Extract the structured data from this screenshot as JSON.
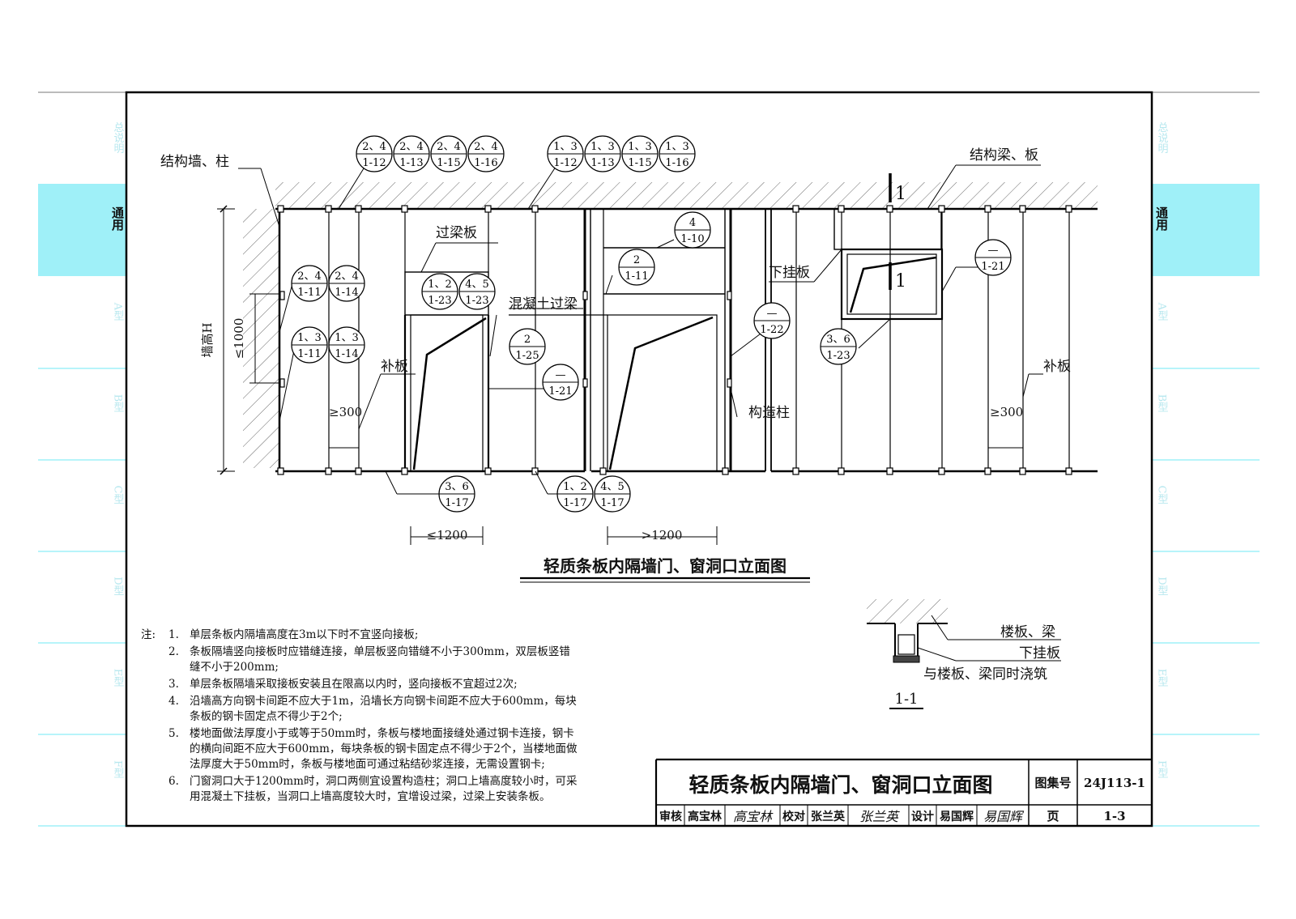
{
  "sidebar": {
    "left_top": "总说明",
    "left_general": "通用",
    "right_general": "通用",
    "types": [
      "A型",
      "B型",
      "C型",
      "D型",
      "E型",
      "F型"
    ],
    "highlight_color": "#9ff0f8"
  },
  "drawing": {
    "label_struct_wall": "结构墙、柱",
    "label_struct_beam": "结构梁、板",
    "label_lintel_board": "过梁板",
    "label_concrete_lintel": "混凝土过梁",
    "label_hanging_board": "下挂板",
    "label_patch_left": "补板",
    "label_patch_right": "补板",
    "label_column": "构造柱",
    "label_wall_height": "墙高H",
    "dim_le1000": "≤1000",
    "dim_ge300_left": "≥300",
    "dim_ge300_right": "≥300",
    "dim_le1200": "≤1200",
    "dim_gt1200": ">1200",
    "section_mark_top": "1",
    "section_mark_window": "1",
    "refs": [
      {
        "top": "2、4",
        "bottom": "1-12"
      },
      {
        "top": "2、4",
        "bottom": "1-13"
      },
      {
        "top": "2、4",
        "bottom": "1-15"
      },
      {
        "top": "2、4",
        "bottom": "1-16"
      },
      {
        "top": "1、3",
        "bottom": "1-12"
      },
      {
        "top": "1、3",
        "bottom": "1-13"
      },
      {
        "top": "1、3",
        "bottom": "1-15"
      },
      {
        "top": "1、3",
        "bottom": "1-16"
      },
      {
        "top": "4",
        "bottom": "1-10"
      },
      {
        "top": "2",
        "bottom": "1-11"
      },
      {
        "top": "2、4",
        "bottom": "1-11"
      },
      {
        "top": "2、4",
        "bottom": "1-14"
      },
      {
        "top": "1、3",
        "bottom": "1-11"
      },
      {
        "top": "1、3",
        "bottom": "1-14"
      },
      {
        "top": "1、2",
        "bottom": "1-23"
      },
      {
        "top": "4、5",
        "bottom": "1-23"
      },
      {
        "top": "2",
        "bottom": "1-25"
      },
      {
        "top": "—",
        "bottom": "1-21"
      },
      {
        "top": "—",
        "bottom": "1-22"
      },
      {
        "top": "3、6",
        "bottom": "1-23"
      },
      {
        "top": "—",
        "bottom": "1-21"
      },
      {
        "top": "3、6",
        "bottom": "1-17"
      },
      {
        "top": "1、2",
        "bottom": "1-17"
      },
      {
        "top": "4、5",
        "bottom": "1-17"
      }
    ],
    "title": "轻质条板内隔墙门、窗洞口立面图"
  },
  "section": {
    "label_floor_beam": "楼板、梁",
    "label_hanging": "下挂板",
    "label_cast": "与楼板、梁同时浇筑",
    "name": "1-1"
  },
  "notes": {
    "prefix": "注:",
    "items": [
      {
        "num": "1.",
        "lines": [
          "单层条板内隔墙高度在3m以下时不宜竖向接板;"
        ]
      },
      {
        "num": "2.",
        "lines": [
          "条板隔墙竖向接板时应错缝连接，单层板竖向错缝不小于300mm，双层板竖错",
          "缝不小于200mm;"
        ]
      },
      {
        "num": "3.",
        "lines": [
          "单层条板隔墙采取接板安装且在限高以内时，竖向接板不宜超过2次;"
        ]
      },
      {
        "num": "4.",
        "lines": [
          "沿墙高方向钢卡间距不应大于1m，沿墙长方向钢卡间距不应大于600mm，每块",
          "条板的钢卡固定点不得少于2个;"
        ]
      },
      {
        "num": "5.",
        "lines": [
          "楼地面做法厚度小于或等于50mm时，条板与楼地面接缝处通过钢卡连接，钢卡",
          "的横向间距不应大于600mm，每块条板的钢卡固定点不得少于2个，当楼地面做",
          "法厚度大于50mm时，条板与楼地面可通过粘结砂浆连接，无需设置钢卡;"
        ]
      },
      {
        "num": "6.",
        "lines": [
          "门窗洞口大于1200mm时，洞口两侧宜设置构造柱；洞口上墙高度较小时，可采",
          "用混凝土下挂板，当洞口上墙高度较大时，宜增设过梁，过梁上安装条板。"
        ]
      }
    ]
  },
  "title_block": {
    "title": "轻质条板内隔墙门、窗洞口立面图",
    "atlas_label": "图集号",
    "atlas_no": "24J113-1",
    "review_label": "审核",
    "review_name": "高宝林",
    "review_sign": "高宝林",
    "check_label": "校对",
    "check_name": "张兰英",
    "check_sign": "张兰英",
    "design_label": "设计",
    "design_name": "易国辉",
    "design_sign": "易国辉",
    "page_label": "页",
    "page_no": "1-3"
  }
}
